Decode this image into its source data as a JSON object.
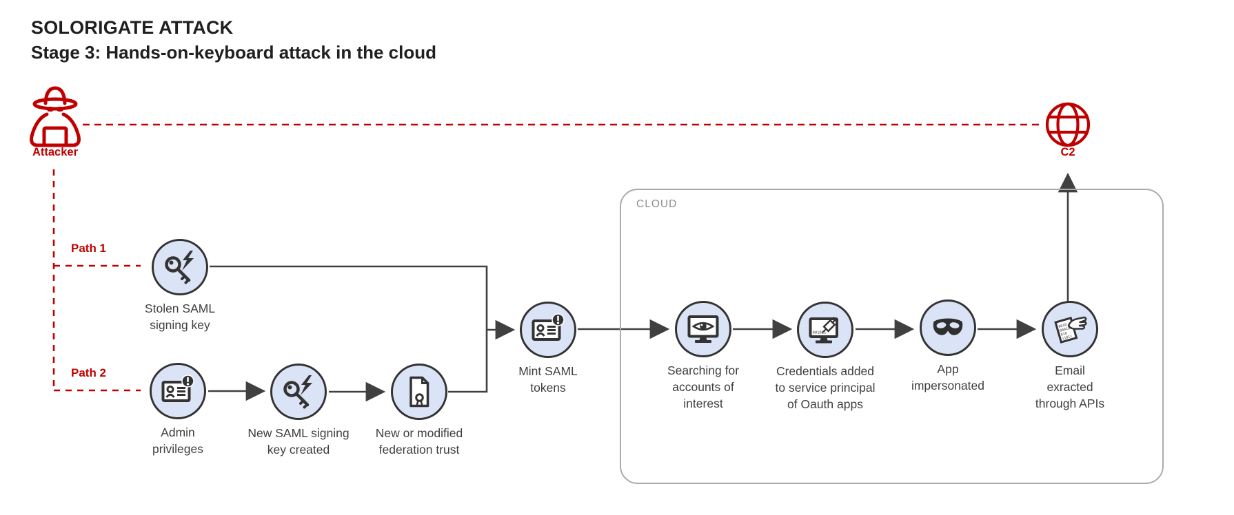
{
  "title": {
    "line1": "SOLORIGATE ATTACK",
    "line2": "Stage 3: Hands-on-keyboard attack in the cloud"
  },
  "actors": {
    "attacker": {
      "label": "Attacker",
      "icon": "spy-icon"
    },
    "c2": {
      "label": "C2",
      "icon": "globe-icon"
    }
  },
  "paths": [
    {
      "label": "Path 1"
    },
    {
      "label": "Path 2"
    }
  ],
  "cloud": {
    "label": "CLOUD"
  },
  "nodes": [
    {
      "id": "stolen-saml-key",
      "icon": "key-lightning-icon",
      "label": [
        "Stolen SAML",
        "signing key"
      ]
    },
    {
      "id": "admin-privileges",
      "icon": "id-card-alert-icon",
      "label": [
        "Admin",
        "privileges"
      ]
    },
    {
      "id": "new-saml-key",
      "icon": "key-lightning-icon",
      "label": [
        "New SAML signing",
        "key created"
      ]
    },
    {
      "id": "federation-trust",
      "icon": "certificate-document-icon",
      "label": [
        "New or modified",
        "federation trust"
      ]
    },
    {
      "id": "mint-saml-tokens",
      "icon": "id-card-alert-icon",
      "label": [
        "Mint SAML",
        "tokens"
      ]
    },
    {
      "id": "searching-accounts",
      "icon": "monitor-eye-icon",
      "label": [
        "Searching for",
        "accounts of",
        "interest"
      ]
    },
    {
      "id": "credentials-added",
      "icon": "monitor-syringe-icon",
      "label": [
        "Credentials added",
        "to service principal",
        "of Oauth apps"
      ],
      "screen_text": "001011"
    },
    {
      "id": "app-impersonated",
      "icon": "mask-icon",
      "label": [
        "App",
        "impersonated"
      ]
    },
    {
      "id": "email-exracted",
      "icon": "document-grab-icon",
      "label": [
        "Email",
        "exracted",
        "through APIs"
      ],
      "doc_lines": [
        "0010",
        "00010",
        "010",
        "11011"
      ]
    }
  ],
  "colors": {
    "red": "#c00000",
    "node_fill": "#dbe3f6",
    "node_stroke": "#333333",
    "line": "#404040",
    "text": "#404040",
    "cloud_border": "#ababab",
    "cloud_label": "#8c8c8c",
    "title": "#1f1f1f"
  }
}
